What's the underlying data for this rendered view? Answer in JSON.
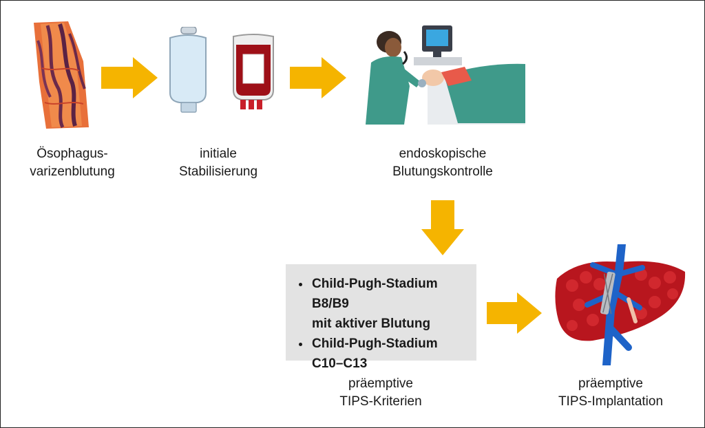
{
  "steps": [
    {
      "line1": "Ösophagus-",
      "line2": "varizenblutung",
      "icon": "esophageal-varices-icon"
    },
    {
      "line1": "initiale",
      "line2": "Stabilisierung",
      "icon": "infusion-bags-icon"
    },
    {
      "line1": "endoskopische",
      "line2": "Blutungskontrolle",
      "icon": "endoscopy-scene-icon"
    }
  ],
  "criteria": {
    "items": [
      {
        "line1": "Child-Pugh-Stadium B8/B9",
        "line2": "mit aktiver Blutung"
      },
      {
        "line1": "Child-Pugh-Stadium",
        "line2": "C10–C13"
      }
    ],
    "caption_line1": "präemptive",
    "caption_line2": "TIPS-Kriterien"
  },
  "result": {
    "line1": "präemptive",
    "line2": "TIPS-Implantation",
    "icon": "liver-tips-icon"
  },
  "colors": {
    "arrow": "#F5B400",
    "box": "#E3E3E3",
    "vein": "#1E63C8",
    "liver": "#B8161E",
    "blood": "#A5121B"
  }
}
